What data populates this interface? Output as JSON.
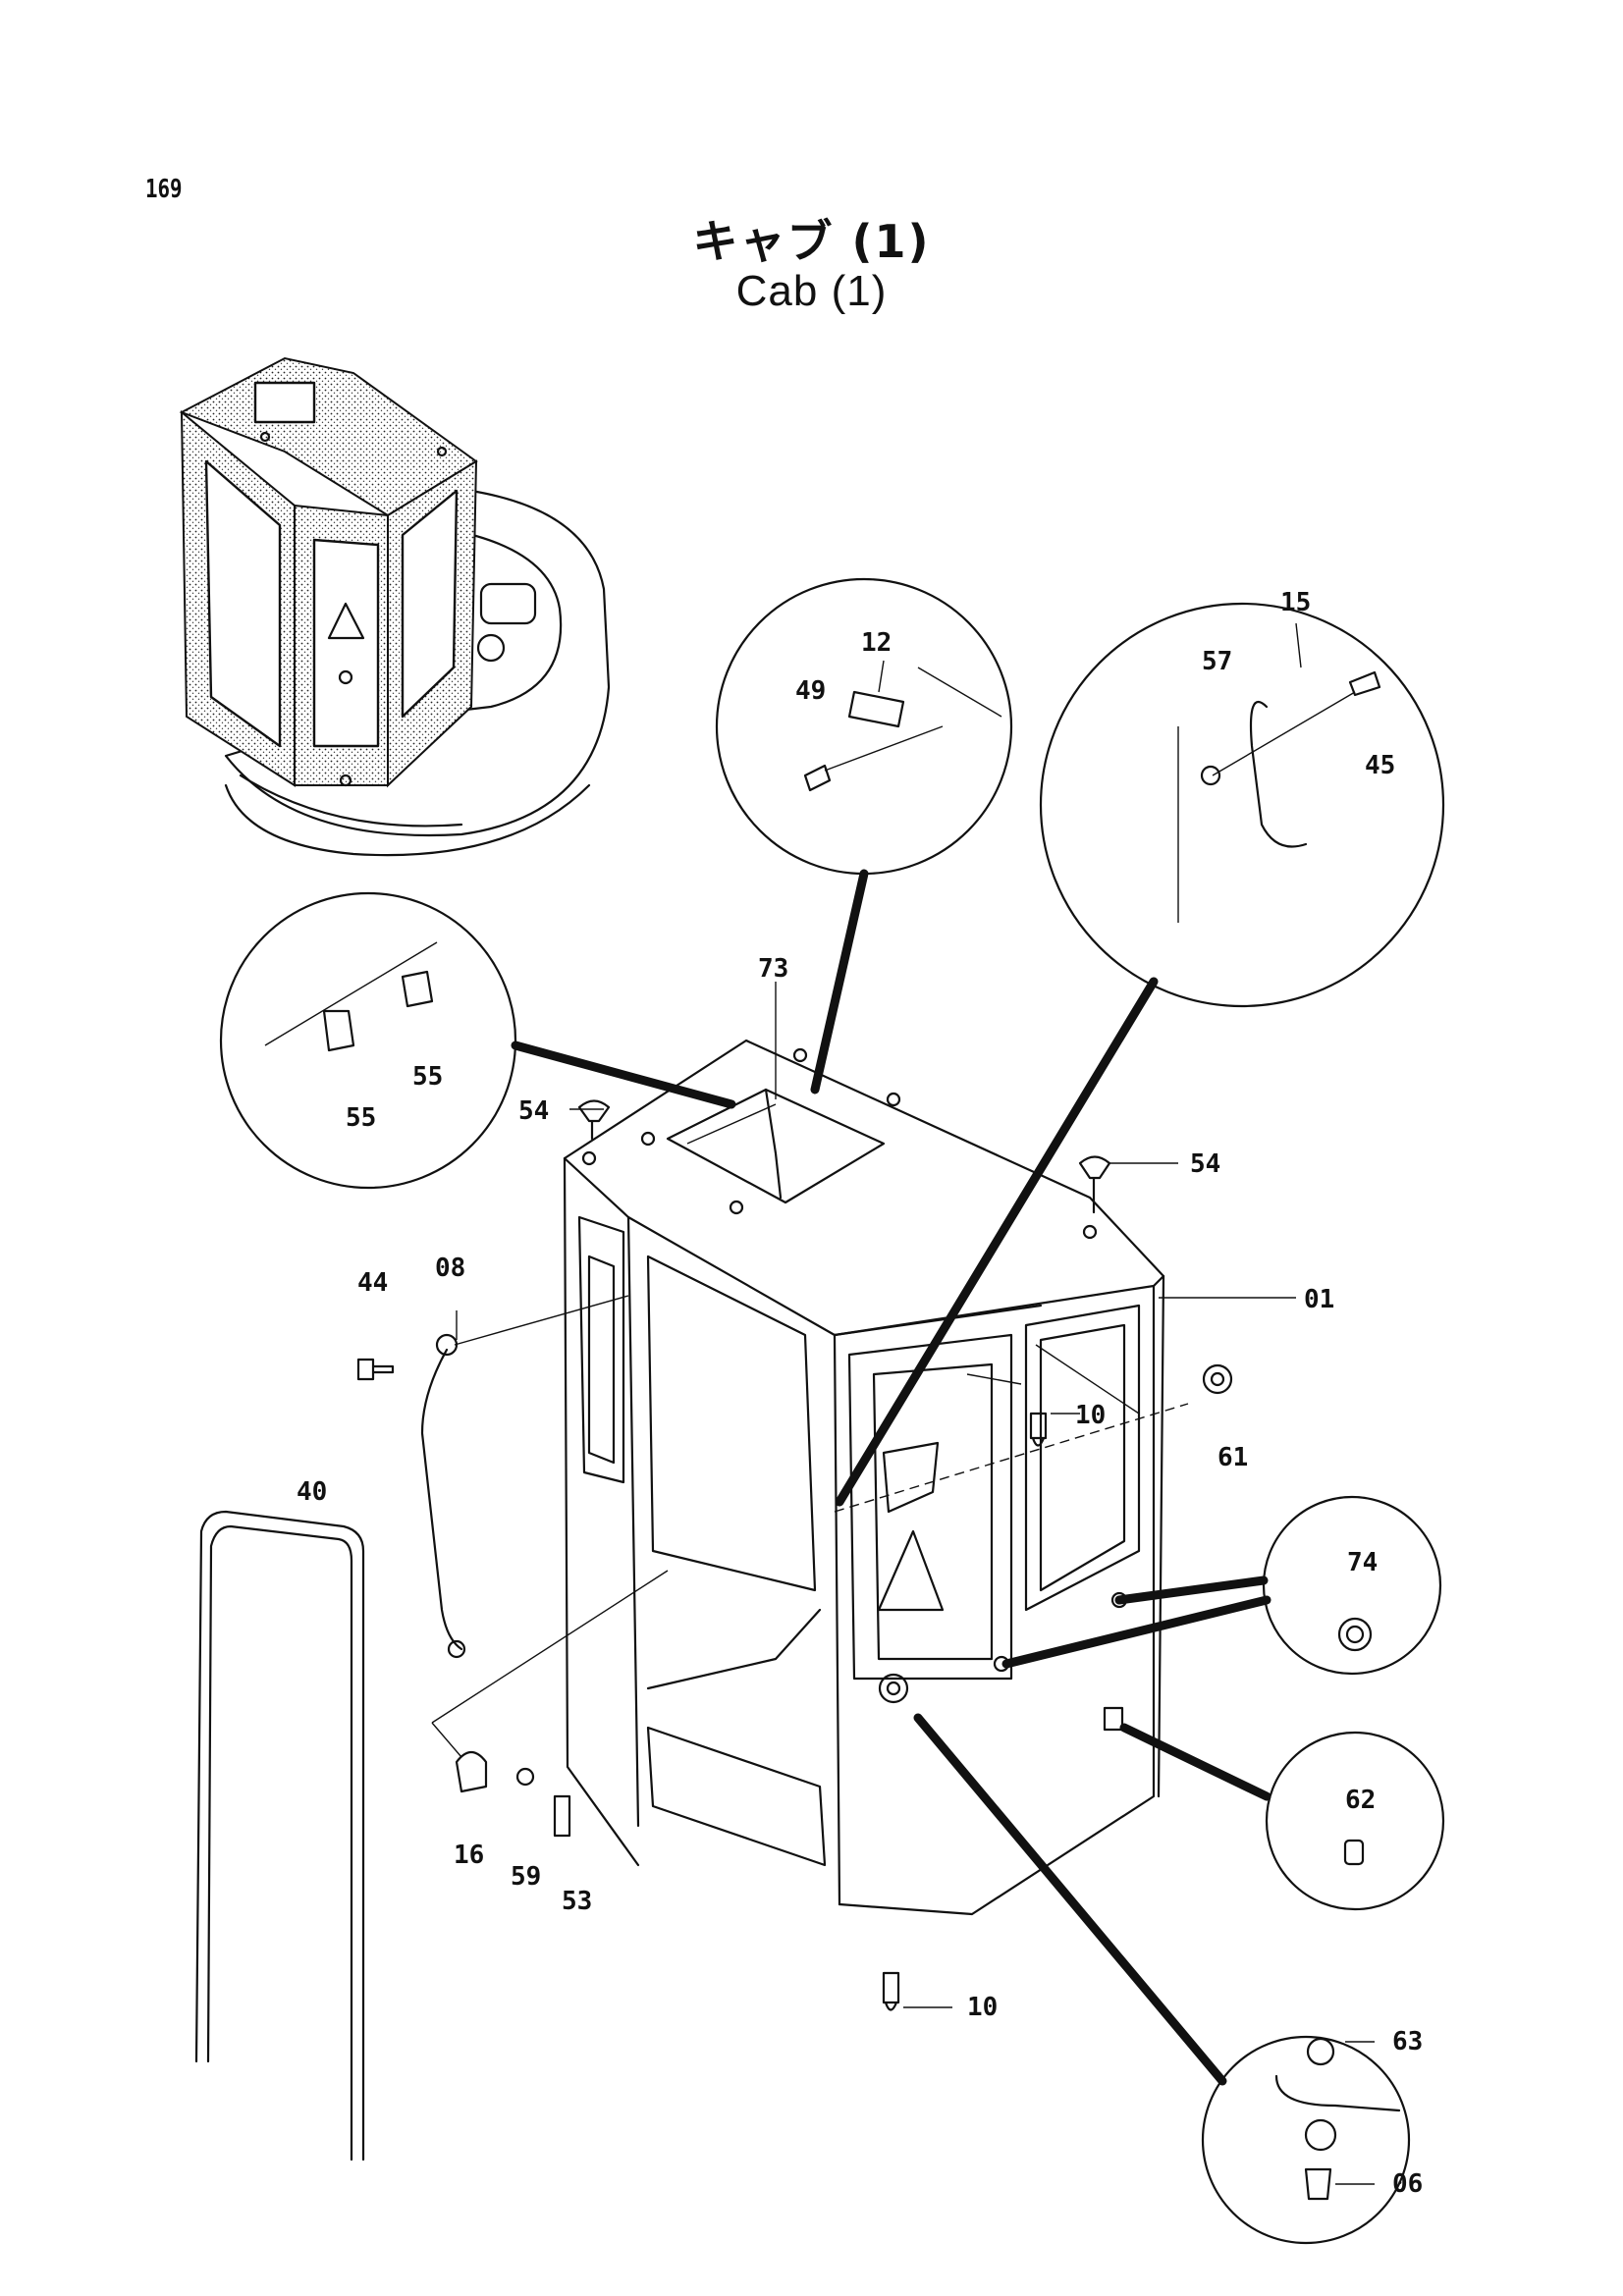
{
  "page_number": "169",
  "title": {
    "jp": "キャブ (1)",
    "en": "Cab (1)"
  },
  "parts": {
    "p01": "01",
    "p06": "06",
    "p08": "08",
    "p10a": "10",
    "p10b": "10",
    "p12": "12",
    "p15": "15",
    "p16": "16",
    "p40": "40",
    "p44": "44",
    "p45": "45",
    "p49": "49",
    "p53": "53",
    "p54a": "54",
    "p54b": "54",
    "p55a": "55",
    "p55b": "55",
    "p57": "57",
    "p59": "59",
    "p61": "61",
    "p62": "62",
    "p63": "63",
    "p73": "73",
    "p74": "74"
  }
}
